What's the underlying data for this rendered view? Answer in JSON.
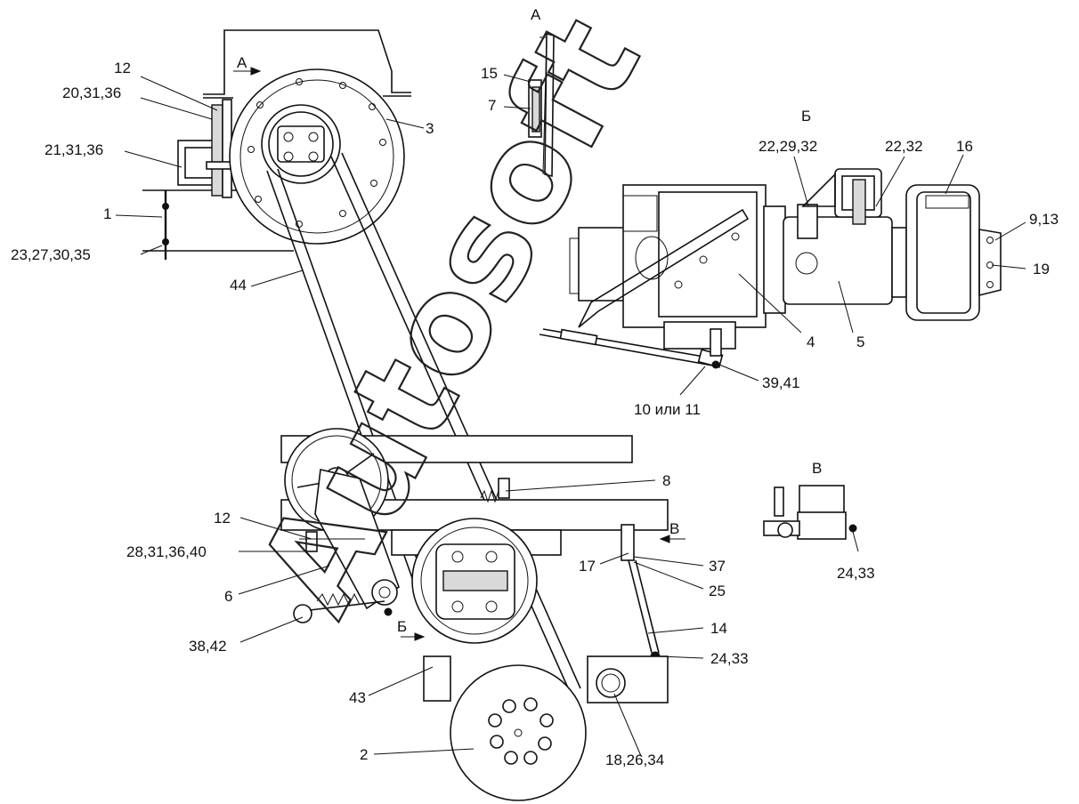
{
  "view_labels": {
    "a_top": "А",
    "a_arrow": "А",
    "b_view": "Б",
    "b_arrow": "Б",
    "v_view": "В",
    "v_arrow": "В"
  },
  "callouts": {
    "c12a": "12",
    "c20_31_36": "20,31,36",
    "c21_31_36": "21,31,36",
    "c1": "1",
    "c23_27_30_35": "23,27,30,35",
    "c44": "44",
    "c3": "3",
    "c15": "15",
    "c7": "7",
    "c22_29_32": "22,29,32",
    "c22_32": "22,32",
    "c16": "16",
    "c9_13": "9,13",
    "c19": "19",
    "c4": "4",
    "c5": "5",
    "c39_41": "39,41",
    "c10_or_11": "10 или 11",
    "c8": "8",
    "c12b": "12",
    "c28_31_36_40": "28,31,36,40",
    "c6": "6",
    "c38_42": "38,42",
    "c17": "17",
    "c37": "37",
    "c25": "25",
    "c14": "14",
    "c24_33a": "24,33",
    "c24_33b": "24,33",
    "c43": "43",
    "c2": "2",
    "c18_26_34": "18,26,34"
  },
  "watermark": "Autosoft",
  "icons": {
    "leader-arrow": "view-direction-arrow",
    "bolt": "hex-bolt-head"
  }
}
